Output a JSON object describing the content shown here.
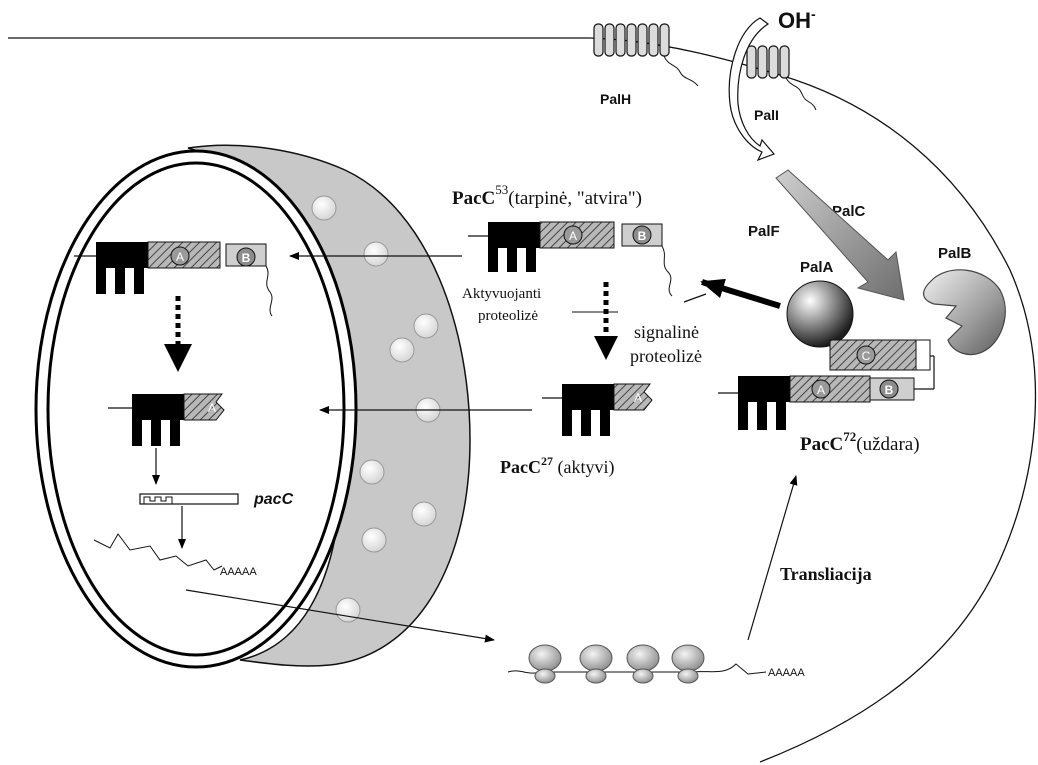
{
  "labels": {
    "oh": "OH",
    "oh_sup": "-",
    "palH": "PalH",
    "palI": "PalI",
    "palC": "PalC",
    "palF": "PalF",
    "palA": "PalA",
    "palB": "PalB",
    "pacC53_main": "PacC",
    "pacC53_sup": "53",
    "pacC53_note": "(tarpinė, \"atvira\")",
    "activating_1": "Aktyvuojanti",
    "activating_2": "proteolizė",
    "signal_1": "signalinė",
    "signal_2": "proteolizė",
    "pacC27_main": "PacC",
    "pacC27_sup": "27",
    "pacC27_note": " (aktyvi)",
    "pacC72_main": "PacC",
    "pacC72_sup": "72",
    "pacC72_note": "(uždara)",
    "pacC_gene": "pacC",
    "polyA_nucleus": "AAAAA",
    "polyA_cytoplasm": "AAAAA",
    "translation": "Transliacija",
    "domain_a": "A",
    "domain_b": "B",
    "domain_c": "C"
  }
}
